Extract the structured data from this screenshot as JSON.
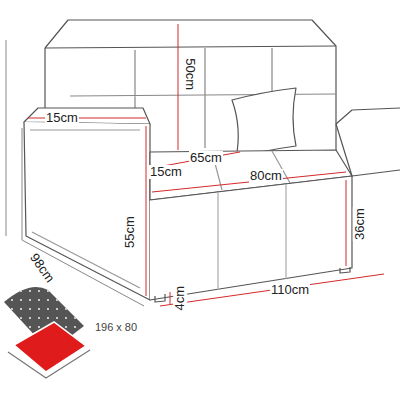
{
  "diagram": {
    "labels": [
      "15cm",
      "50cm",
      "15cm",
      "65cm",
      "80cm",
      "55cm",
      "36cm",
      "98cm",
      "110cm",
      "4cm",
      "196 x 80"
    ]
  }
}
